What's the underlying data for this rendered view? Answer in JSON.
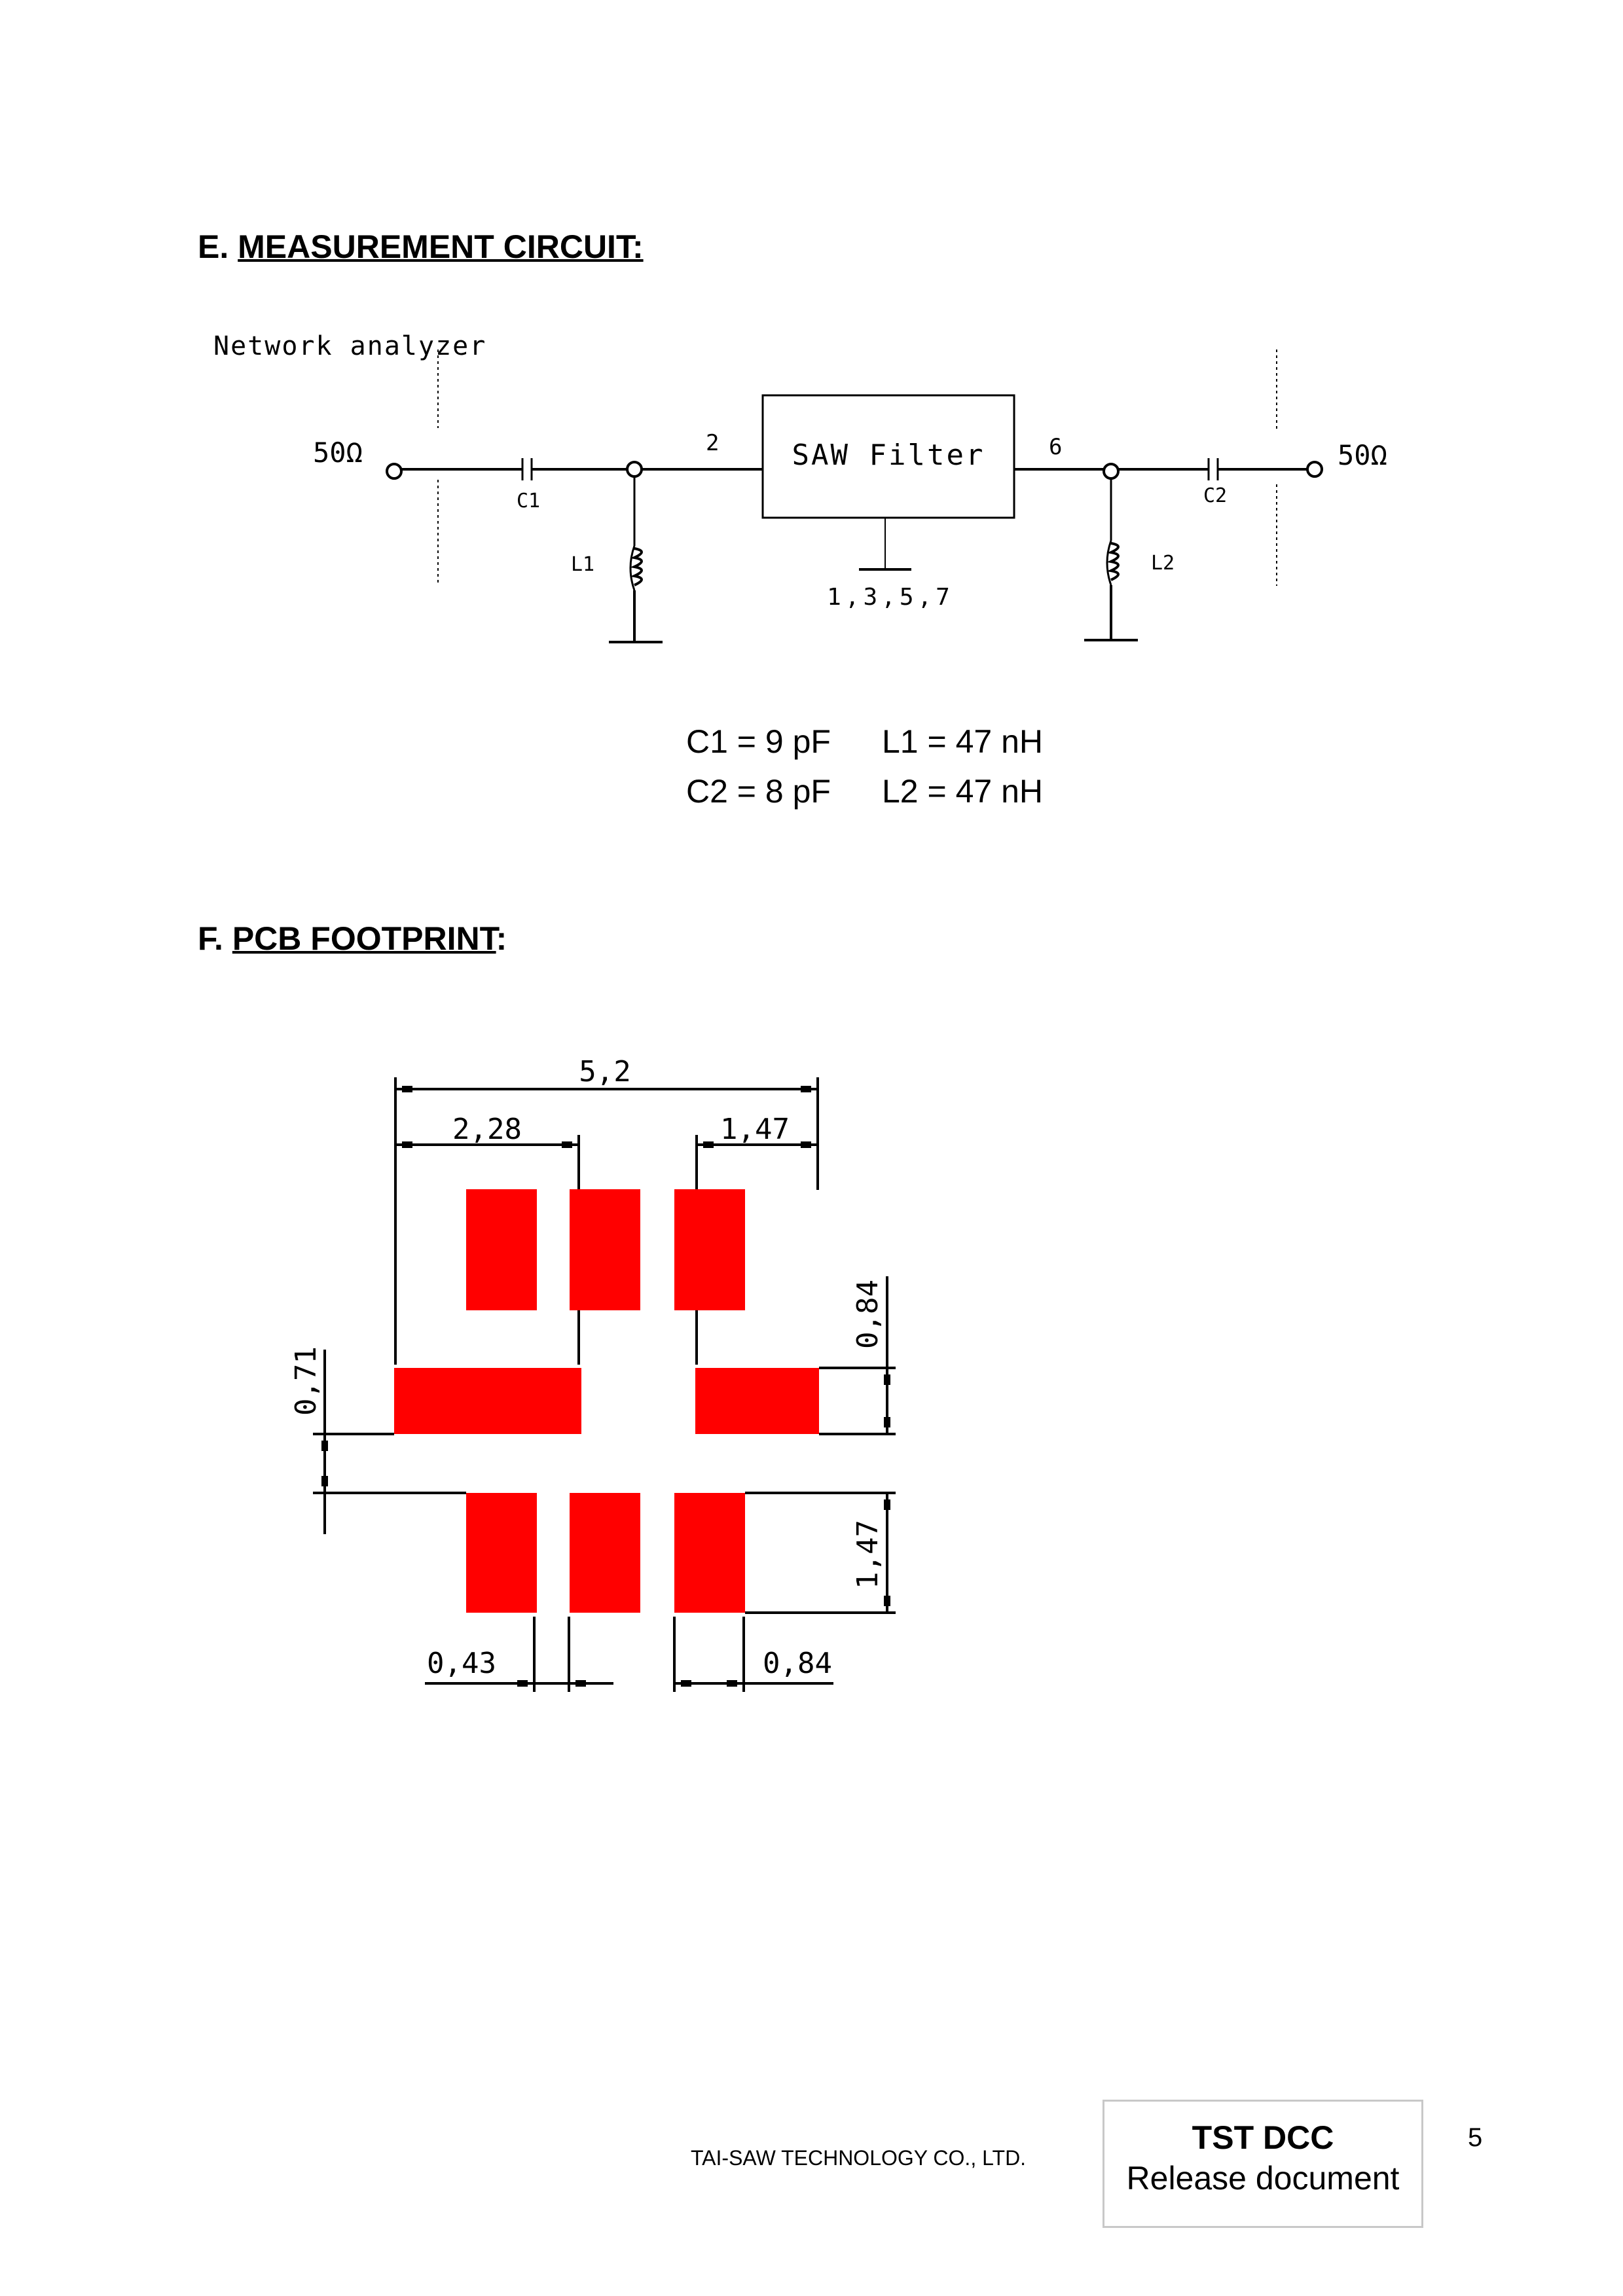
{
  "section_e": {
    "prefix": "E.",
    "title": "MEASUREMENT CIRCUIT:"
  },
  "circuit": {
    "network_analyzer": "Network analyzer",
    "port_left": "50Ω",
    "port_right": "50Ω",
    "saw_filter": "SAW Filter",
    "pin_in": "2",
    "pin_out": "6",
    "ground_pins": "1,3,5,7",
    "c1": "C1",
    "c2": "C2",
    "l1": "L1",
    "l2": "L2"
  },
  "component_values": {
    "c1": "C1 = 9 pF",
    "c2": "C2 = 8 pF",
    "l1": "L1 = 47 nH",
    "l2": "L2 = 47 nH"
  },
  "section_f": {
    "prefix": "F.",
    "title": "PCB FOOTPRINT",
    "suffix": ":"
  },
  "footprint": {
    "pad_color": "#ff0000",
    "dim_total_width": "5,2",
    "dim_left_pad_width": "2,28",
    "dim_right_pad_width": "1,47",
    "dim_right_top": "0,84",
    "dim_left_gap": "0,71",
    "dim_right_bottom": "1,47",
    "dim_gap_bottom": "0,43",
    "dim_pad_width_bottom": "0,84"
  },
  "footer": {
    "company": "TAI-SAW TECHNOLOGY CO., LTD.",
    "stamp_line1": "TST DCC",
    "stamp_line2": "Release document",
    "page_number": "5"
  }
}
